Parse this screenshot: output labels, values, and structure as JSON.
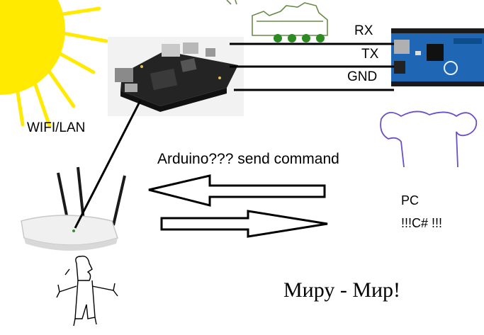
{
  "diagram": {
    "labels": {
      "wifi_lan": "WIFI/LAN",
      "rx": "RX",
      "tx": "TX",
      "gnd": "GND",
      "arduino_command": "Arduino??? send command",
      "pc": "PC",
      "csharp": "!!!C# !!!",
      "peace": "Миру - Мир!"
    },
    "nodes": [
      "sun",
      "embedded-board",
      "arduino-board",
      "wifi-router",
      "pc",
      "stick-figure",
      "train-sketch"
    ],
    "edges": [
      {
        "from": "embedded-board",
        "to": "arduino-board",
        "label": "RX"
      },
      {
        "from": "embedded-board",
        "to": "arduino-board",
        "label": "TX"
      },
      {
        "from": "embedded-board",
        "to": "arduino-board",
        "label": "GND"
      },
      {
        "from": "wifi-router",
        "to": "embedded-board",
        "label": "WIFI/LAN"
      },
      {
        "from": "pc",
        "to": "wifi-router",
        "label": "Arduino??? send command"
      },
      {
        "from": "wifi-router",
        "to": "pc",
        "label": ""
      }
    ],
    "colors": {
      "sun": "#ffea00",
      "sketch_pc": "#6b4fc8",
      "sketch_train": "#6a8a4a",
      "arduino": "#1f67b4",
      "board": "#242424",
      "router": "#f0f0f0",
      "line": "#000000"
    }
  }
}
